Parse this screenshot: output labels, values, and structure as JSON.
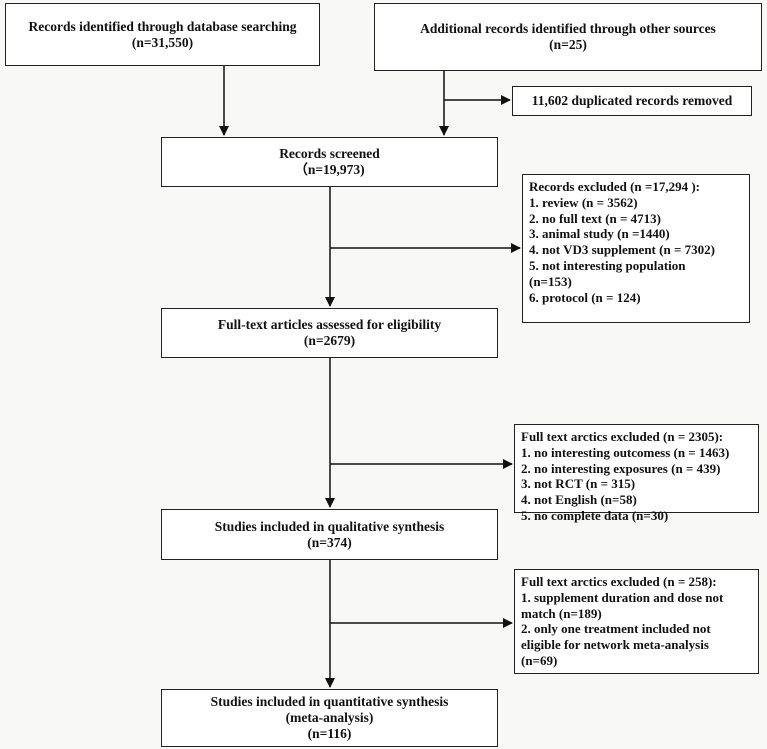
{
  "records_db": {
    "title": "Records identified through database searching",
    "count": "(n=31,550)"
  },
  "records_other": {
    "title": "Additional records identified through other sources",
    "count": "(n=25)"
  },
  "duplicates": {
    "text": "11,602 duplicated records removed"
  },
  "screened": {
    "title": "Records screened",
    "count": "（n=19,973)"
  },
  "excluded_screen": {
    "title": "Records excluded (n =17,294 ):",
    "items": [
      "1. review (n = 3562)",
      "2. no full text (n = 4713)",
      "3. animal study (n =1440)",
      "4. not VD3 supplement (n = 7302)",
      "5. not interesting population (n=153)",
      "6. protocol (n = 124)"
    ]
  },
  "fulltext": {
    "title": "Full-text articles assessed for eligibility",
    "count": "(n=2679)"
  },
  "excluded_fulltext": {
    "title": "Full text arctics excluded (n = 2305):",
    "items": [
      "1. no interesting outcomess (n = 1463)",
      "2. no interesting exposures (n = 439)",
      "3. not RCT (n = 315)",
      "4. not English (n=58)",
      "5. no complete data (n=30)"
    ]
  },
  "qualitative": {
    "title": "Studies included in qualitative synthesis",
    "count": "(n=374)"
  },
  "excluded_network": {
    "title": "Full text arctics excluded (n = 258):",
    "items": [
      "1. supplement duration and dose not match (n=189)",
      "2. only one treatment included not eligible for network meta-analysis (n=69)"
    ]
  },
  "quantitative": {
    "title": "Studies included in quantitative synthesis",
    "subtitle": "(meta-analysis)",
    "count": "(n=116)"
  }
}
